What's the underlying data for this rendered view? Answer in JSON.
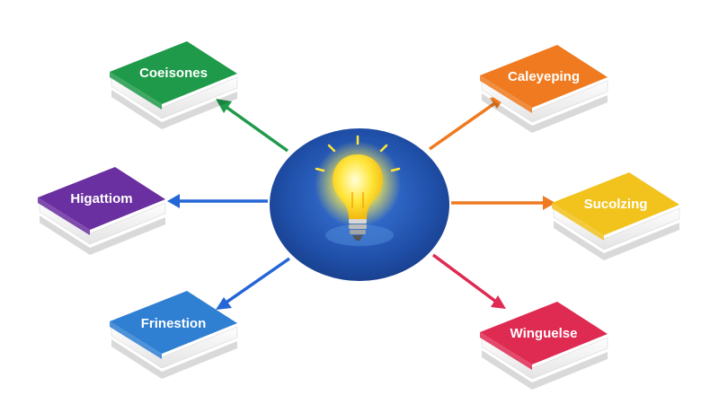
{
  "center": {
    "icon": "lightbulb-icon",
    "circle_color": "#1f4fa8",
    "glow_color": "#f7e84a"
  },
  "books": [
    {
      "id": "top-left",
      "label": "Coeisones",
      "color": "#1f9a4a",
      "icon": "book-icon"
    },
    {
      "id": "middle-left",
      "label": "Higattiom",
      "color": "#6a2fa0",
      "icon": "book-icon"
    },
    {
      "id": "bottom-left",
      "label": "Frinestion",
      "color": "#2f7fd2",
      "icon": "book-icon"
    },
    {
      "id": "top-right",
      "label": "Caleyeping",
      "color": "#ef7a1f",
      "icon": "book-icon"
    },
    {
      "id": "middle-right",
      "label": "Sucolzing",
      "color": "#f2c21d",
      "icon": "book-icon"
    },
    {
      "id": "bottom-right",
      "label": "Winguelse",
      "color": "#df2a52",
      "icon": "book-icon"
    }
  ],
  "arrows": [
    {
      "to": "top-left",
      "color": "#1f9a4a"
    },
    {
      "to": "middle-left",
      "color": "#2466d6"
    },
    {
      "to": "bottom-left",
      "color": "#2466d6"
    },
    {
      "to": "top-right",
      "color": "#ef7a1f"
    },
    {
      "to": "middle-right",
      "color": "#ef7a1f"
    },
    {
      "to": "bottom-right",
      "color": "#df2a52"
    }
  ]
}
